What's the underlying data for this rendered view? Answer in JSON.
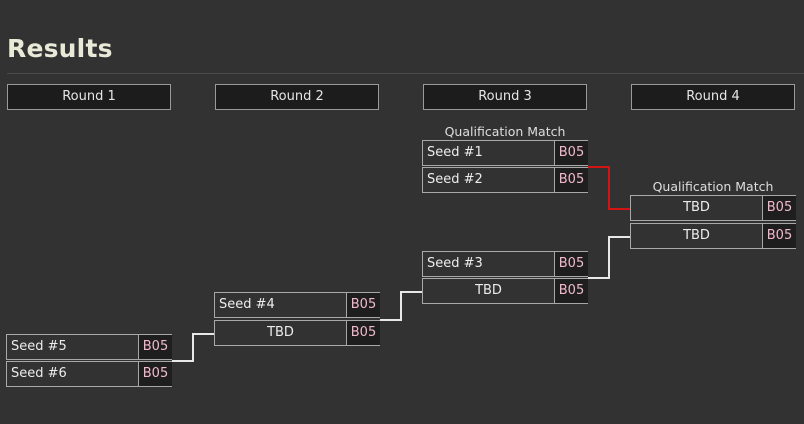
{
  "page": {
    "title": "Results"
  },
  "rounds": [
    {
      "label": "Round 1"
    },
    {
      "label": "Round 2"
    },
    {
      "label": "Round 3"
    },
    {
      "label": "Round 4"
    }
  ],
  "matches": {
    "r1": {
      "top": {
        "name": "Seed #5",
        "score": "B05"
      },
      "bottom": {
        "name": "Seed #6",
        "score": "B05"
      }
    },
    "r2": {
      "top": {
        "name": "Seed #4",
        "score": "B05"
      },
      "bottom": {
        "name": "TBD",
        "score": "B05"
      }
    },
    "r3a": {
      "label": "Qualification Match",
      "top": {
        "name": "Seed #1",
        "score": "B05"
      },
      "bottom": {
        "name": "Seed #2",
        "score": "B05"
      }
    },
    "r3b": {
      "top": {
        "name": "Seed #3",
        "score": "B05"
      },
      "bottom": {
        "name": "TBD",
        "score": "B05"
      }
    },
    "r4": {
      "label": "Qualification Match",
      "top": {
        "name": "TBD",
        "score": "B05"
      },
      "bottom": {
        "name": "TBD",
        "score": "B05"
      }
    }
  },
  "colors": {
    "background": "#323232",
    "connector": "#e8e8e8",
    "connector_highlight": "#d21414",
    "score_text": "#f2b9cc"
  }
}
